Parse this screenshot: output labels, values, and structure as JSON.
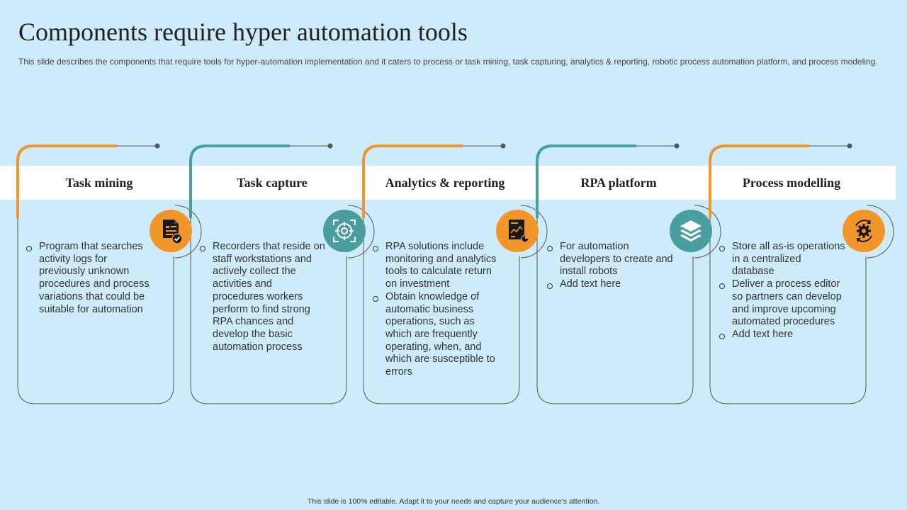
{
  "title": "Components require hyper automation tools",
  "subtitle": "This slide describes the components that require tools for hyper-automation implementation and it caters to process or task mining, task capturing, analytics & reporting, robotic process automation platform, and process modeling.",
  "colors": {
    "orange": "#f0962b",
    "teal": "#4a9ea0",
    "background": "#cdebfa"
  },
  "steps": [
    {
      "title": "Task mining",
      "icon": "document-check-icon",
      "color": "orange",
      "bullets": [
        "Program that searches activity logs for previously unknown procedures and process variations that could be suitable for automation"
      ]
    },
    {
      "title": "Task capture",
      "icon": "target-crosshair-icon",
      "color": "teal",
      "bullets": [
        "Recorders that reside on staff workstations and actively collect the activities and procedures workers perform to find strong RPA chances and develop the basic automation process"
      ]
    },
    {
      "title": "Analytics & reporting",
      "icon": "report-chart-icon",
      "color": "orange",
      "bullets": [
        "RPA solutions include monitoring and analytics tools to calculate return on investment",
        "Obtain knowledge of automatic business operations, such as which are frequently operating, when, and which are susceptible to errors"
      ]
    },
    {
      "title": "RPA platform",
      "icon": "layers-icon",
      "color": "teal",
      "bullets": [
        "For automation developers to create and install robots",
        "Add text here"
      ]
    },
    {
      "title": "Process modelling",
      "icon": "gear-cycle-icon",
      "color": "orange",
      "bullets": [
        "Store all as-is operations in a centralized database",
        "Deliver a process editor so partners can develop and improve upcoming automated procedures",
        "Add text here"
      ]
    }
  ],
  "footer": "This slide is 100% editable. Adapt it to your needs and capture your audience's attention."
}
